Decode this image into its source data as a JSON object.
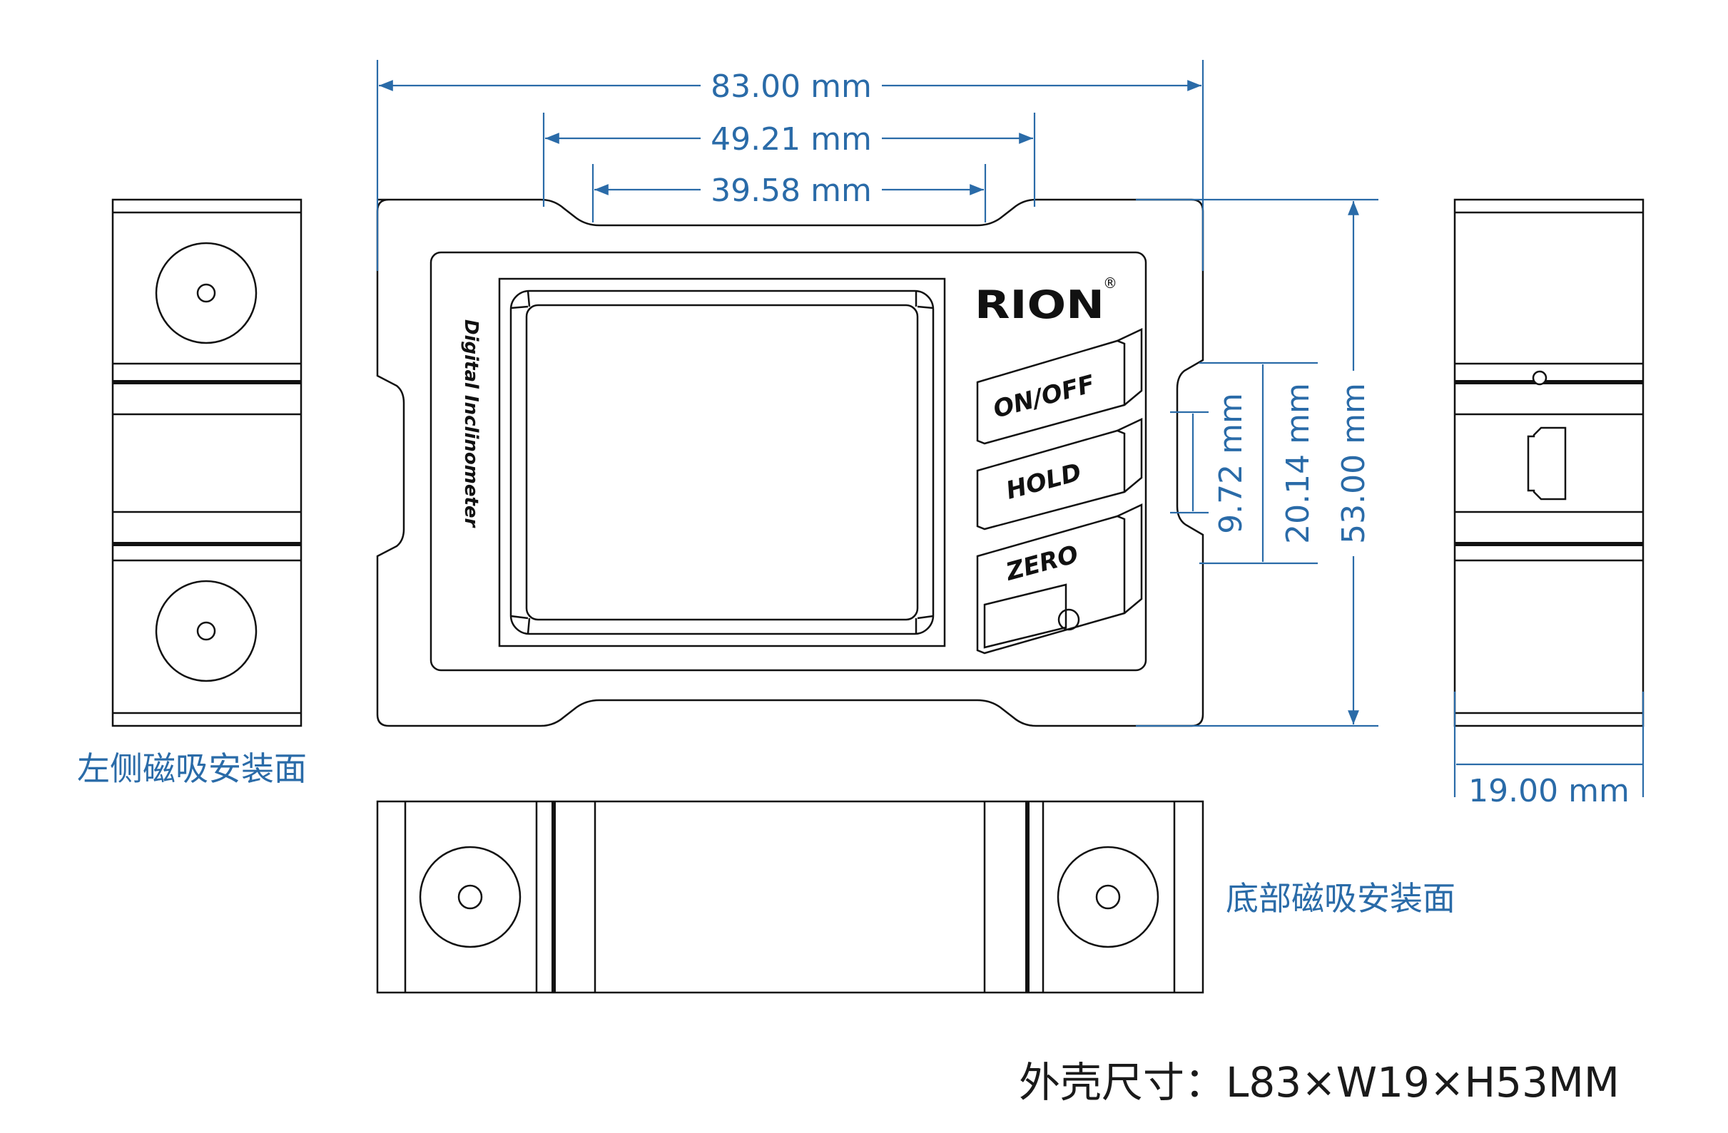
{
  "dimensions": {
    "length_total": "83.00 mm",
    "top_notch_outer": "49.21 mm",
    "top_notch_inner": "39.58 mm",
    "height_total": "53.00 mm",
    "side_notch_outer": "20.14 mm",
    "side_notch_inner": "9.72 mm",
    "width_total": "19.00 mm"
  },
  "device": {
    "brand": "RION",
    "registered_mark": "®",
    "vertical_text": "Digital Inclinometer",
    "buttons": [
      "ON/OFF",
      "HOLD",
      "ZERO"
    ]
  },
  "labels": {
    "left_face": "左侧磁吸安装面",
    "bottom_face": "底部磁吸安装面"
  },
  "spec_line": "外壳尺寸：L83×W19×H53MM",
  "colors": {
    "dimension": "#2a6ba8",
    "outline": "#111111"
  }
}
